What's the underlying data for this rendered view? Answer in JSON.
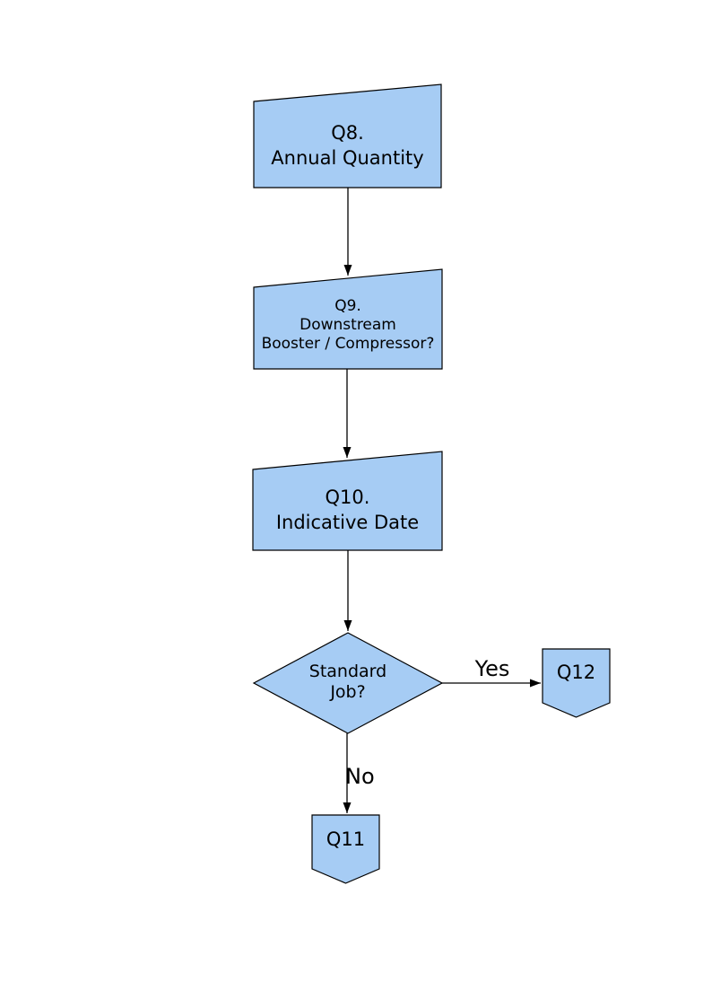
{
  "diagram": {
    "colors": {
      "node_fill": "#A6CCF4",
      "node_stroke": "#000000",
      "connector": "#000000",
      "text": "#000000",
      "background": "#FFFFFF"
    },
    "nodes": [
      {
        "id": "q8",
        "type": "card",
        "label": "Q8.\nAnnual Quantity"
      },
      {
        "id": "q9",
        "type": "card",
        "label": "Q9.\nDownstream\nBooster / Compressor?"
      },
      {
        "id": "q10",
        "type": "card",
        "label": "Q10.\nIndicative Date"
      },
      {
        "id": "decision",
        "type": "decision",
        "label": "Standard\nJob?"
      },
      {
        "id": "q12",
        "type": "offpage-connector",
        "label": "Q12"
      },
      {
        "id": "q11",
        "type": "offpage-connector",
        "label": "Q11"
      }
    ],
    "edges": [
      {
        "from": "q8",
        "to": "q9",
        "label": ""
      },
      {
        "from": "q9",
        "to": "q10",
        "label": ""
      },
      {
        "from": "q10",
        "to": "decision",
        "label": ""
      },
      {
        "from": "decision",
        "to": "q12",
        "label": "Yes"
      },
      {
        "from": "decision",
        "to": "q11",
        "label": "No"
      }
    ]
  }
}
